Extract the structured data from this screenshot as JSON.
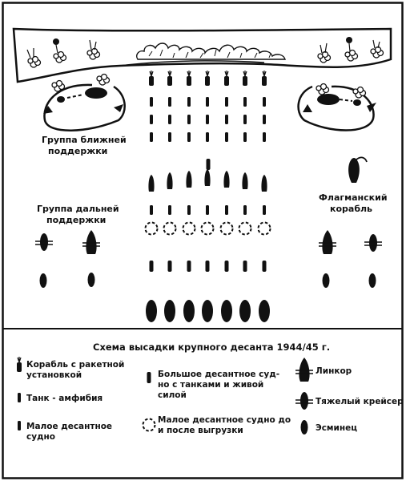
{
  "diagram": {
    "title": "Схема высадки крупного десанта 1944/45 г.",
    "labels": {
      "close_support": [
        "Группа ближней",
        "поддержки"
      ],
      "far_support": [
        "Группа дальней",
        "поддержки"
      ],
      "flagship": [
        "Флагманский",
        "корабль"
      ]
    },
    "legend": {
      "rocket_ship": [
        "Корабль с ракетной",
        "установкой"
      ],
      "amphibious_tank": [
        "Танк - амфибия"
      ],
      "small_landing_craft": [
        "Малое десантное",
        "судно"
      ],
      "large_landing_ship": [
        "Большое десантное суд-",
        "но с танками и живой",
        "силой"
      ],
      "small_landing_craft_before_after": [
        "Малое десантное судно до",
        "и после выгрузки"
      ],
      "battleship": [
        "Линкор"
      ],
      "heavy_cruiser": [
        "Тяжелый крейсер"
      ],
      "destroyer": [
        "Эсминец"
      ]
    },
    "colors": {
      "ink": "#111111",
      "paper": "#ffffff"
    },
    "icons": [
      "rocket-ship-icon",
      "amphibious-tank-icon",
      "small-landing-craft-icon",
      "large-landing-ship-icon",
      "small-landing-craft-dashed-icon",
      "battleship-icon",
      "heavy-cruiser-icon",
      "destroyer-icon",
      "explosion-icon",
      "tree-icon"
    ]
  }
}
